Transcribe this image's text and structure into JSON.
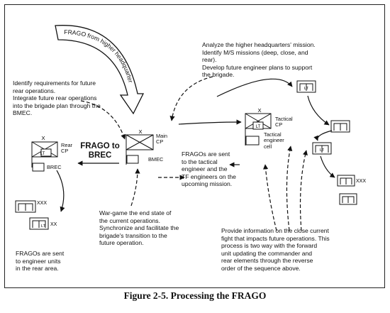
{
  "caption": "Figure 2-5. Processing the FRAGO",
  "arrow_label_frago_higher": "FRAGO from higher headquarters",
  "frago_to_brec": "FRAGO to\nBREC",
  "units": {
    "rear_cp": "Rear\nCP",
    "rear_cp_x": "X",
    "brec": "BREC",
    "main_cp": "Main\nCP",
    "main_cp_x": "X",
    "bmec": "BMEC",
    "tactical_cp": "Tactical\nCP",
    "tactical_cp_x": "X",
    "tactical_engineer_cell": "Tactical\nengineer\ncell",
    "xxx": "XXX",
    "xx": "XX",
    "lt": "LT"
  },
  "notes": {
    "analyze": "Analyze the higher headquarters' mission.\nIdentify M/S missions (deep, close, and\nrear).\nDevelop future engineer plans to support\nthe brigade.",
    "identify_rear": "Identify requirements for future\nrear operations.\nIntegrate future rear operations\ninto the brigade plan through the\nBMEC.",
    "fragos_tactical": "FRAGOs are sent\nto the tactical\nengineer and the\nTF engineers on the\nupcoming mission.",
    "war_game": "War-game the end state of\nthe current operations.\nSynchronize and facilitate the\nbrigade's transition to the\nfuture operation.",
    "provide_info": "Provide information on the close current\nfight that impacts future operations. This\nprocess is two way with the forward\nunit updating the commander and\nrear elements through the reverse\norder of the sequence above.",
    "fragos_rear": "FRAGOs are sent\nto engineer units\nin the rear area."
  }
}
